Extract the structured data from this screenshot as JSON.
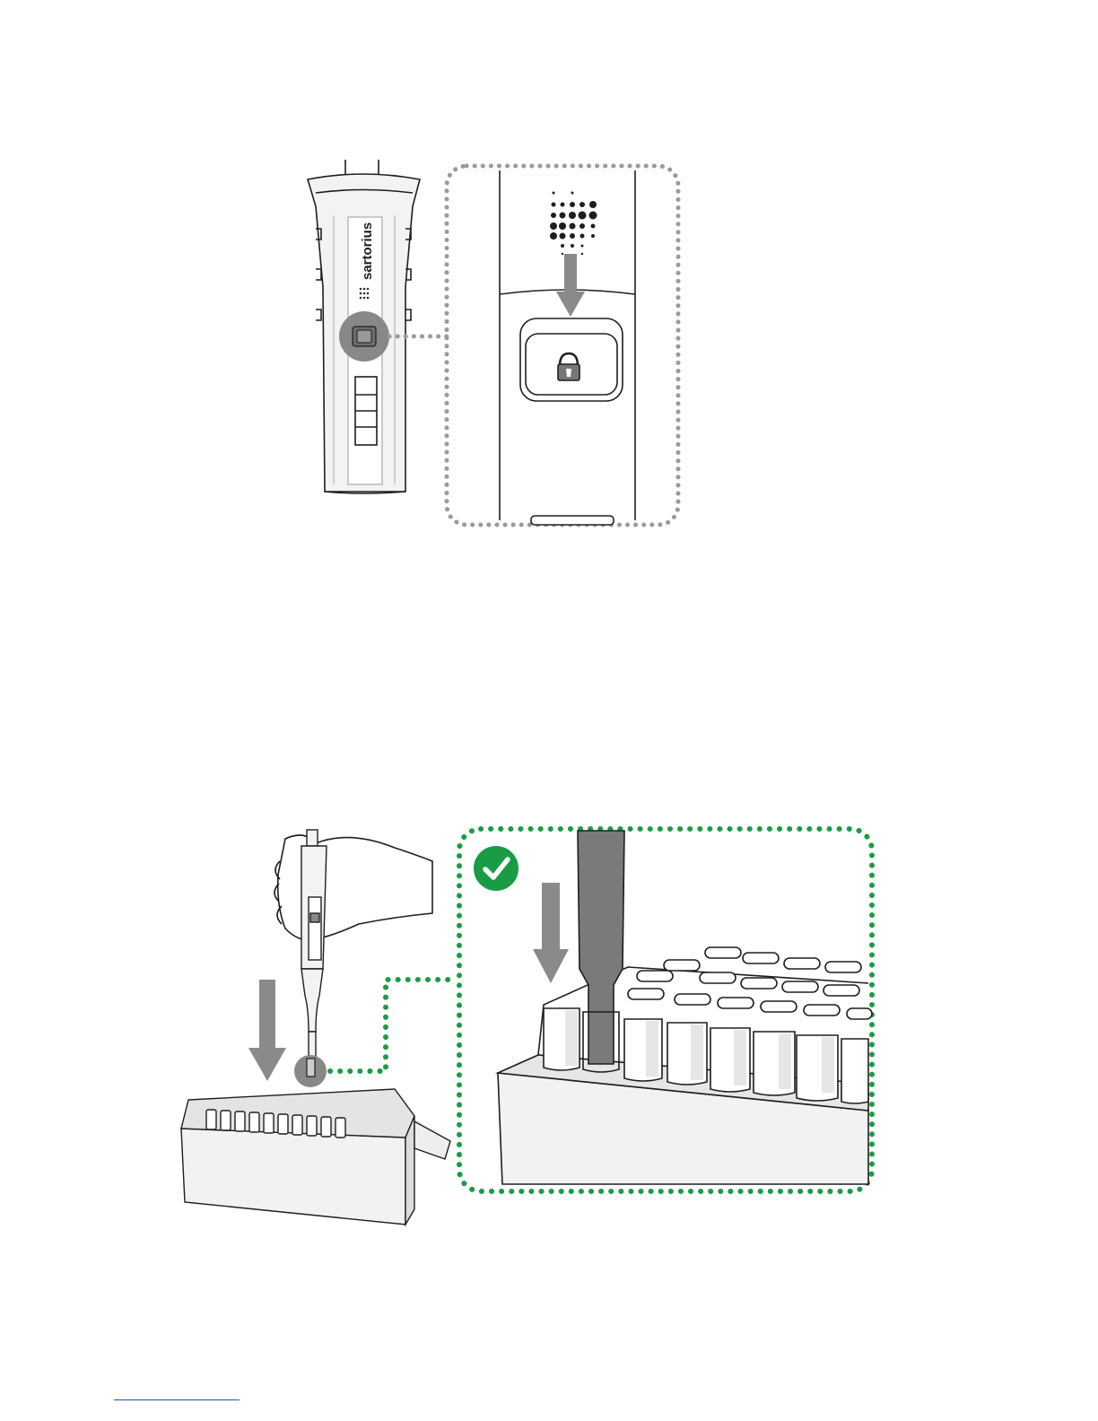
{
  "figure1": {
    "brand": "sartorius",
    "callout_style": "dotted-gray",
    "icons": [
      "pipette-handle",
      "sartorius-logo-icon",
      "unlock-icon",
      "down-arrow-icon"
    ]
  },
  "figure2": {
    "callout_style": "dotted-green",
    "status": "correct",
    "icons": [
      "check-icon",
      "down-arrow-icon",
      "tip-rack",
      "gloved-hand"
    ]
  },
  "colors": {
    "arrow": "#8a8a8a",
    "callout_gray": "#9a9a9a",
    "callout_green": "#1a9c46",
    "check": "#1a9c46",
    "highlight": "#888888",
    "line": "#1e1e1e",
    "footer_rule": "#2b4bbd"
  }
}
